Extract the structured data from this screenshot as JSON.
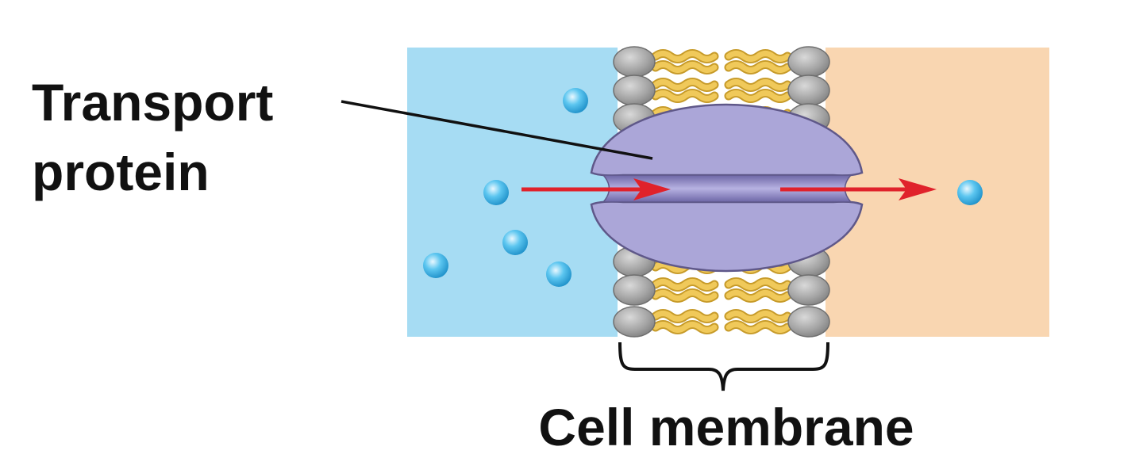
{
  "labels": {
    "transport_line1": "Transport",
    "transport_line2": "protein",
    "membrane": "Cell membrane"
  },
  "colors": {
    "outside": "#a6dcf3",
    "inside": "#f9d6b1",
    "protein_fill": "#aba6d8",
    "protein_stroke": "#6d6596",
    "channel_dark": "#8079b4",
    "lipid_head": "#a8a8a8",
    "lipid_head_stroke": "#6f6f6f",
    "lipid_tail": "#f0c95a",
    "lipid_tail_stroke": "#c79b2a",
    "arrow": "#e0222b",
    "molecule": "#3fb6e8",
    "leader_line": "#111111"
  },
  "molecule_count": 6,
  "arrow_count": 2
}
